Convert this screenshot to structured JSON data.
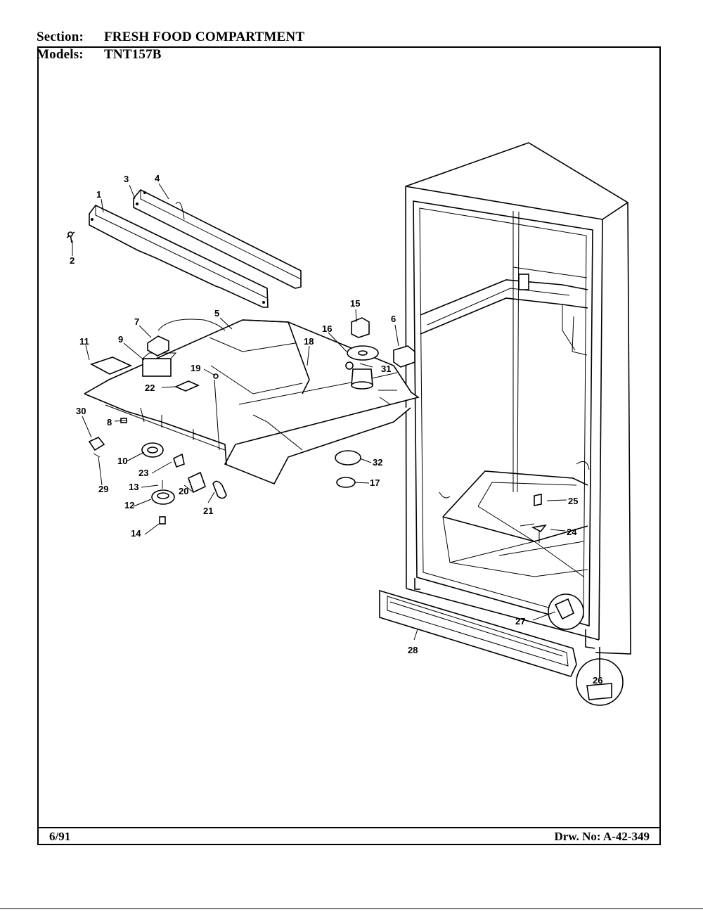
{
  "header": {
    "section_label": "Section:",
    "section_value": "FRESH FOOD COMPARTMENT",
    "models_label": "Models:",
    "models_value": "TNT157B"
  },
  "footer": {
    "date": "6/91",
    "drawing_number": "Drw. No: A-42-349"
  },
  "callouts": {
    "c1": "1",
    "c2": "2",
    "c3": "3",
    "c4": "4",
    "c5": "5",
    "c6": "6",
    "c7": "7",
    "c8": "8",
    "c9": "9",
    "c10": "10",
    "c11": "11",
    "c12": "12",
    "c13": "13",
    "c14": "14",
    "c15": "15",
    "c16": "16",
    "c17": "17",
    "c18": "18",
    "c19": "19",
    "c20": "20",
    "c21": "21",
    "c22": "22",
    "c23": "23",
    "c24": "24",
    "c25": "25",
    "c26": "26",
    "c27": "27",
    "c28": "28",
    "c29": "29",
    "c30": "30",
    "c31": "31",
    "c32": "32"
  }
}
